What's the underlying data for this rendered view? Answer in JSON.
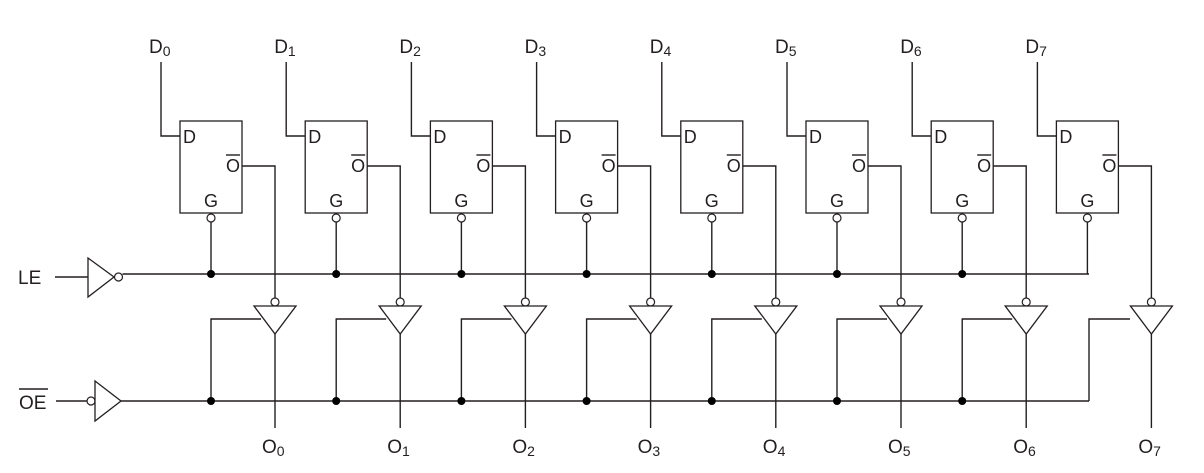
{
  "signals": {
    "le_label": "LE",
    "oe_label": "OE"
  },
  "latch_pins": {
    "data": "D",
    "output": "O",
    "gate": "G"
  },
  "bits": [
    {
      "input": "D",
      "input_sub": "0",
      "output": "O",
      "output_sub": "0"
    },
    {
      "input": "D",
      "input_sub": "1",
      "output": "O",
      "output_sub": "1"
    },
    {
      "input": "D",
      "input_sub": "2",
      "output": "O",
      "output_sub": "2"
    },
    {
      "input": "D",
      "input_sub": "3",
      "output": "O",
      "output_sub": "3"
    },
    {
      "input": "D",
      "input_sub": "4",
      "output": "O",
      "output_sub": "4"
    },
    {
      "input": "D",
      "input_sub": "5",
      "output": "O",
      "output_sub": "5"
    },
    {
      "input": "D",
      "input_sub": "6",
      "output": "O",
      "output_sub": "6"
    },
    {
      "input": "D",
      "input_sub": "7",
      "output": "O",
      "output_sub": "7"
    }
  ]
}
